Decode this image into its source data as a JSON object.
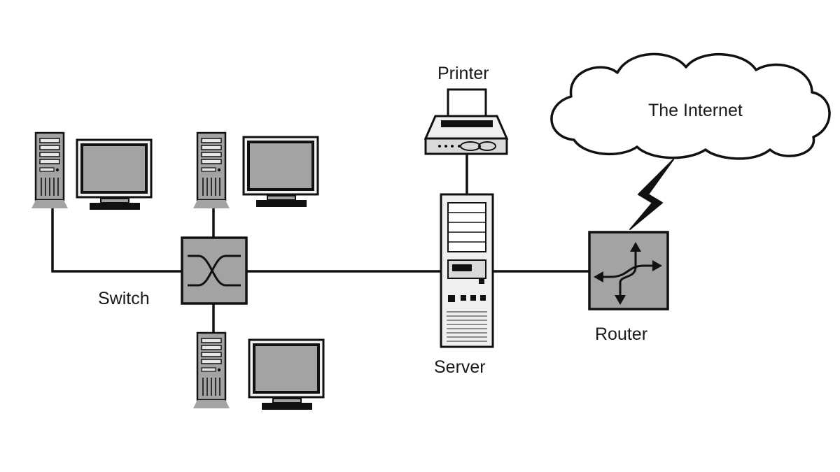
{
  "labels": {
    "printer": "Printer",
    "internet": "The Internet",
    "switch": "Switch",
    "server": "Server",
    "router": "Router"
  },
  "colors": {
    "stroke": "#111111",
    "device_gray": "#a3a3a3",
    "light_gray": "#d9d9d9",
    "panel_light": "#efefef",
    "background": "#ffffff"
  },
  "icons": {
    "workstation": "desktop-tower-icon",
    "monitor": "monitor-icon",
    "switch": "switch-icon",
    "server": "server-tower-icon",
    "printer": "printer-icon",
    "router": "router-icon",
    "cloud": "cloud-icon",
    "wireless_link": "lightning-bolt-icon"
  }
}
